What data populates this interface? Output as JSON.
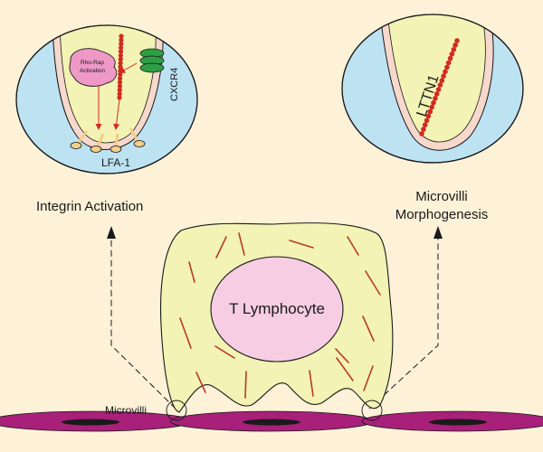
{
  "labels": {
    "rho_rap": [
      "Rho-Rap",
      "Activation"
    ],
    "cxcr4": "CXCR4",
    "lfa1": "LFA-1",
    "integrin_activation": "Integrin Activation",
    "lttn1": "LTTN1",
    "microvilli_morphogenesis": [
      "Microvilli",
      "Morphogenesis"
    ],
    "t_lymphocyte": "T Lymphocyte",
    "microvilli": "Microvilli"
  },
  "colors": {
    "background": "#fdf1d8",
    "cytoplasm": "#f2f3b4",
    "nucleus": "#f6cde2",
    "extracellular": "#bde3f3",
    "membrane": "#f7d8cc",
    "filament": "#d22a1e",
    "rho_rap_blob": "#ee98c6",
    "cxcr4_receptor": "#2e9e45",
    "lfa1_integrin": "#f2cf88",
    "endothelium": "#a8207a"
  }
}
